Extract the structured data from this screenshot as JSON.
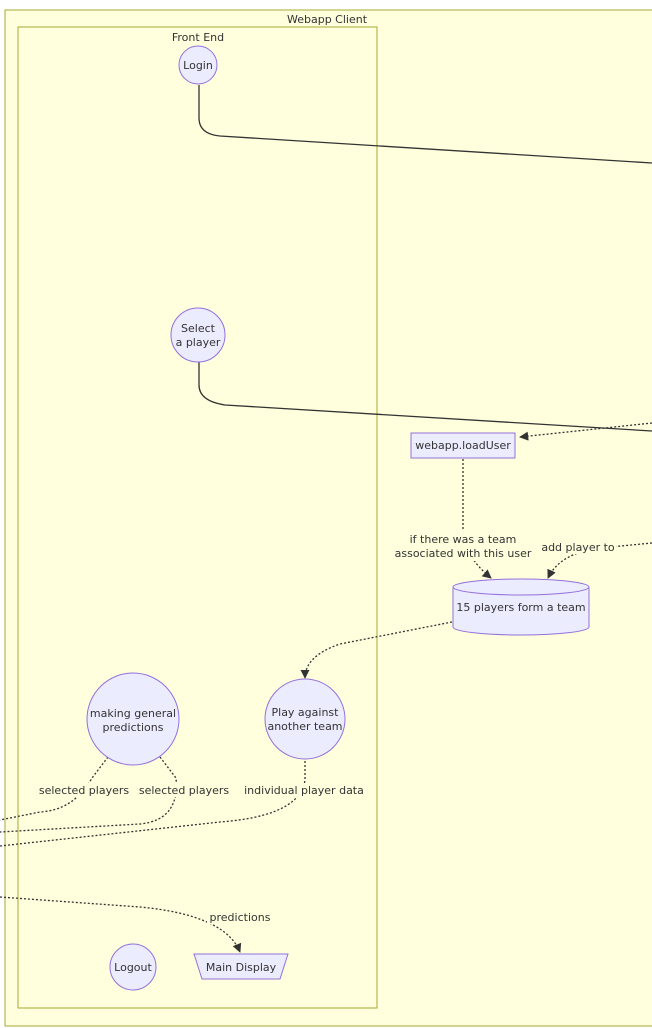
{
  "clusters": {
    "webapp_client": {
      "title": "Webapp Client"
    },
    "front_end": {
      "title": "Front End"
    }
  },
  "nodes": {
    "login": {
      "label": "Login"
    },
    "select_player": {
      "line1": "Select",
      "line2": "a player"
    },
    "load_user": {
      "label": "webapp.loadUser"
    },
    "team_db": {
      "label": "15 players form a team"
    },
    "general_predictions": {
      "line1": "making general",
      "line2": "predictions"
    },
    "play_against": {
      "line1": "Play against",
      "line2": "another team"
    },
    "logout": {
      "label": "Logout"
    },
    "main_display": {
      "label": "Main Display"
    }
  },
  "edge_labels": {
    "team_associated": {
      "line1": "if there was a team",
      "line2": "associated with this user"
    },
    "add_player": "add player to",
    "selected_players_1": "selected players",
    "selected_players_2": "selected players",
    "individual_player_data": "individual player data",
    "predictions": "predictions"
  },
  "colors": {
    "cluster_fill": "#ffffde",
    "cluster_stroke": "#aaaa33",
    "node_fill": "#ececff",
    "node_stroke": "#9370db",
    "edge": "#333333"
  }
}
